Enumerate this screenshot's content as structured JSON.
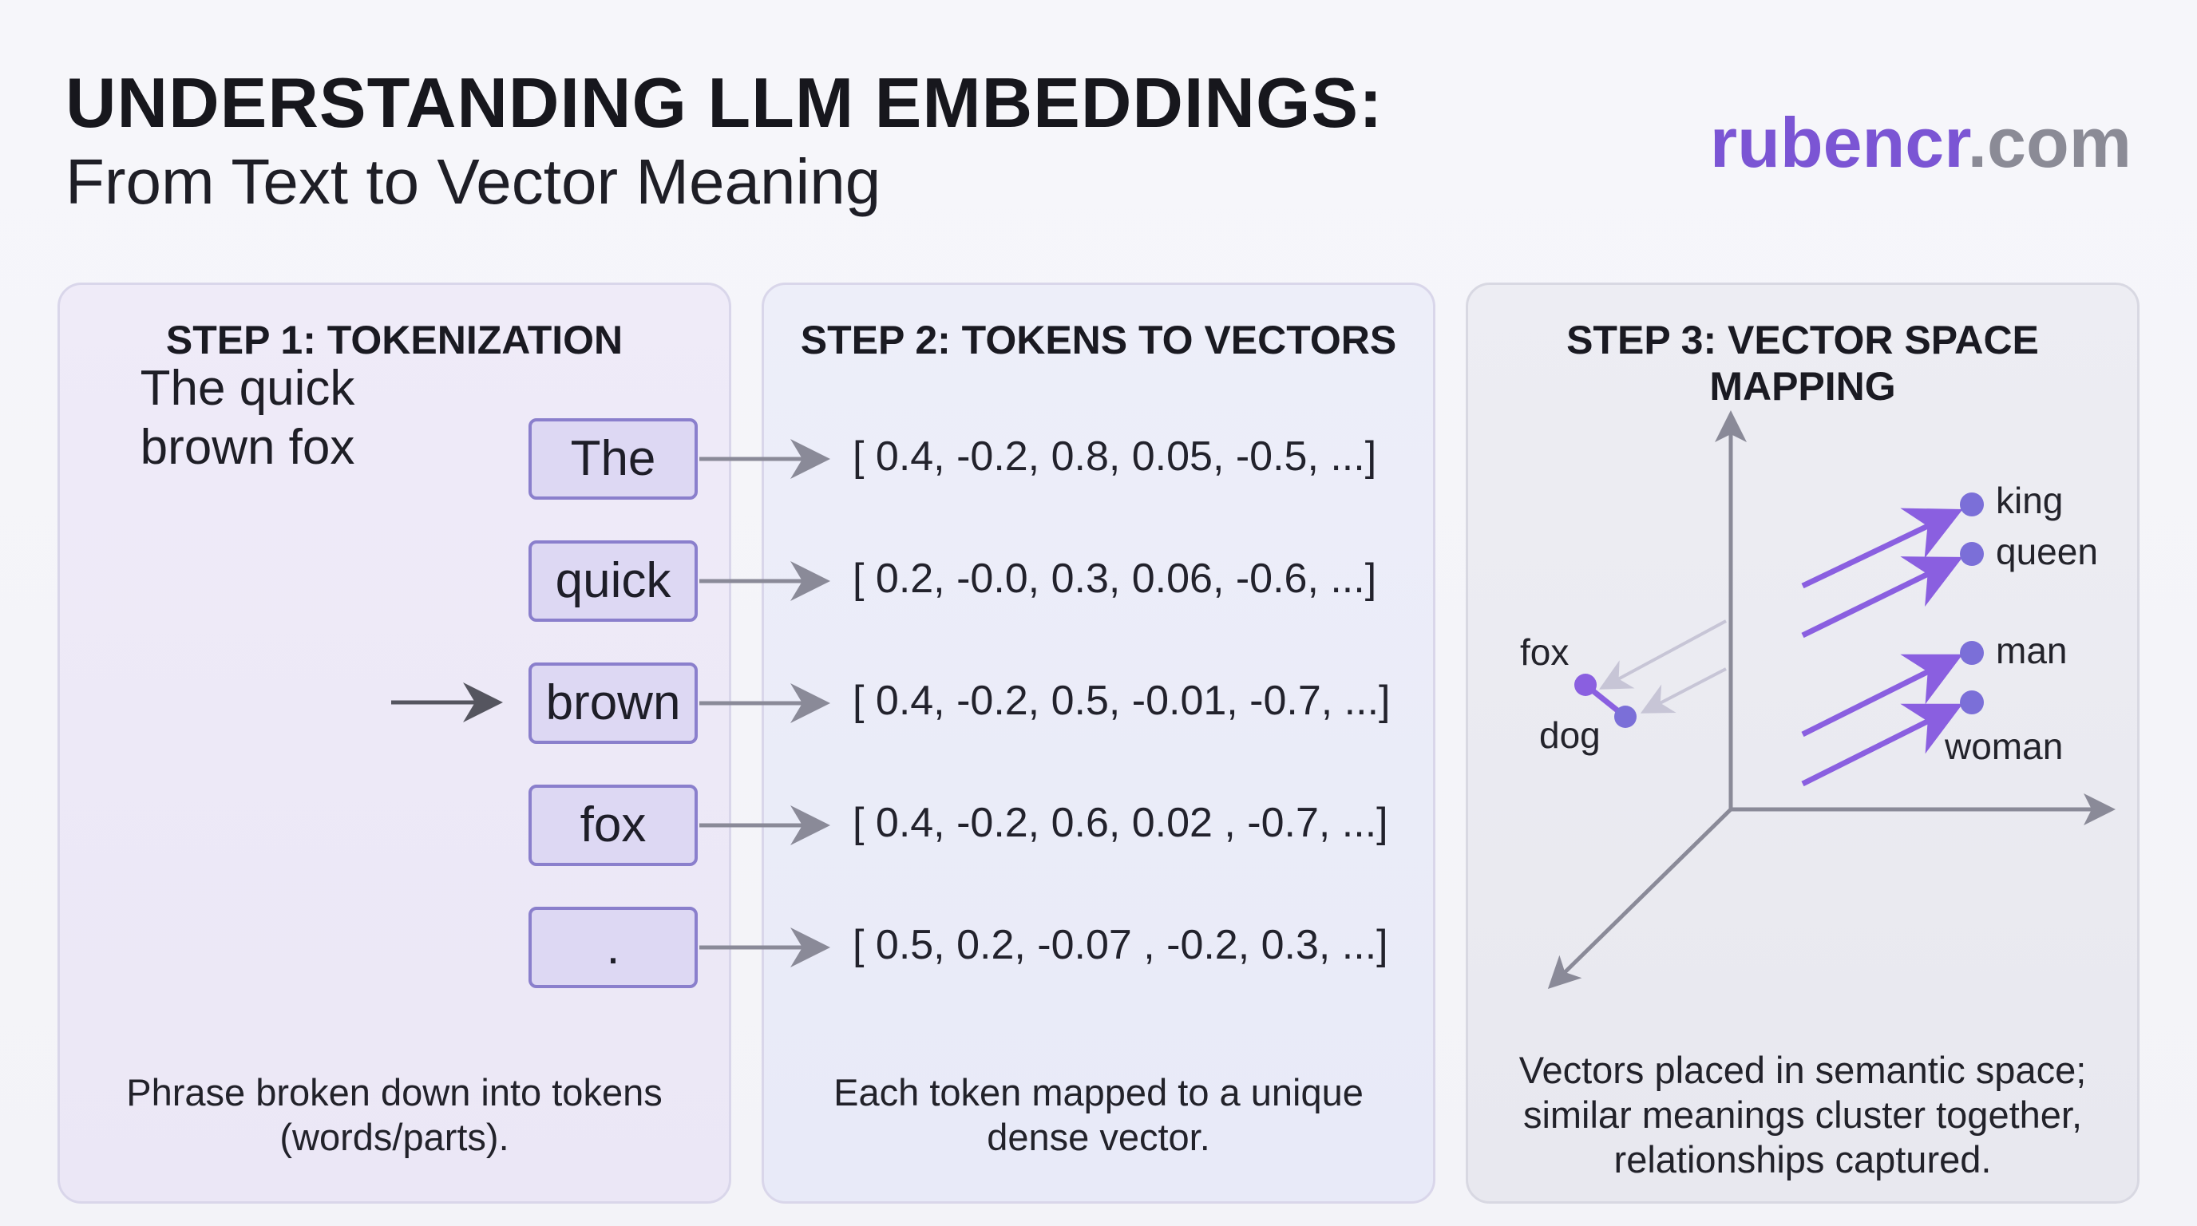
{
  "header": {
    "title": "UNDERSTANDING LLM EMBEDDINGS:",
    "subtitle": "From Text to Vector Meaning",
    "brand_main": "rubencr",
    "brand_tld": ".com"
  },
  "step1": {
    "title": "STEP 1: TOKENIZATION",
    "phrase_line1": "The quick",
    "phrase_line2": "brown fox",
    "tokens": [
      "The",
      "quick",
      "brown",
      "fox",
      "."
    ],
    "caption_line1": "Phrase broken down into tokens",
    "caption_line2": "(words/parts)."
  },
  "step2": {
    "title": "STEP 2: TOKENS TO VECTORS",
    "vectors": [
      "[ 0.4, -0.2, 0.8, 0.05, -0.5, ...]",
      "[ 0.2, -0.0, 0.3, 0.06, -0.6, ...]",
      "[ 0.4, -0.2, 0.5, -0.01, -0.7, ...]",
      "[ 0.4, -0.2, 0.6, 0.02 , -0.7, ...]",
      "[ 0.5, 0.2, -0.07 , -0.2, 0.3, ...]"
    ],
    "caption_line1": "Each token mapped to a unique",
    "caption_line2": "dense vector."
  },
  "step3": {
    "title": "STEP 3: VECTOR SPACE MAPPING",
    "words": {
      "fox": "fox",
      "dog": "dog",
      "king": "king",
      "queen": "queen",
      "man": "man",
      "woman": "woman"
    },
    "caption_line1": "Vectors placed in semantic space;",
    "caption_line2": "similar meanings cluster together,",
    "caption_line3": "relationships captured."
  },
  "colors": {
    "accent": "#7b55d4",
    "brand_tld": "#8b8b96",
    "token_border": "#8a7fcc",
    "token_fill": "#ddd8f3",
    "arrow": "#8a8a98",
    "vector_line": "#8a5fe0",
    "point": "#7b6fd8"
  }
}
